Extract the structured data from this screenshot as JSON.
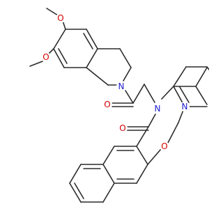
{
  "colors": {
    "background": "#ffffff",
    "bond": "#2b2b2b",
    "oxygen": "#d40000",
    "nitrogen": "#2020d0"
  },
  "atoms": {
    "o_methoxy_top": "O",
    "o_methoxy_left": "O",
    "n_isoquinoline": "N",
    "o_amide_chain": "O",
    "n_lactam": "N",
    "n_pyridine": "N",
    "o_ether": "O",
    "o_lactam": "O"
  }
}
